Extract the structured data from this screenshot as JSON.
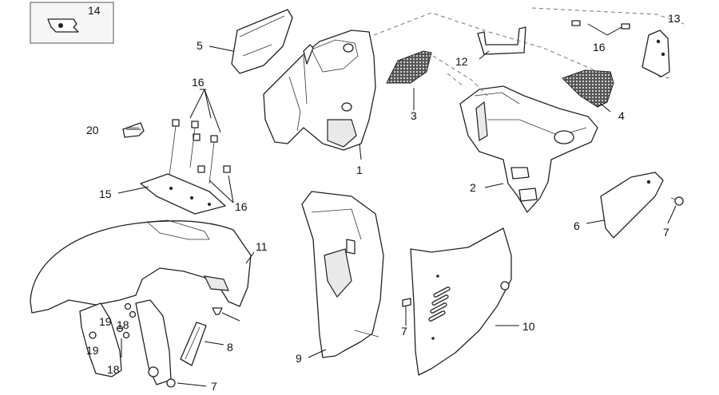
{
  "diagram": {
    "callouts": {
      "n1": "1",
      "n2": "2",
      "n3": "3",
      "n4": "4",
      "n5": "5",
      "n6": "6",
      "n7a": "7",
      "n7b": "7",
      "n7c": "7",
      "n8": "8",
      "n9": "9",
      "n10": "10",
      "n11": "11",
      "n12": "12",
      "n13": "13",
      "n14": "14",
      "n15": "15",
      "n16a": "16",
      "n16b": "16",
      "n16c": "16",
      "n18a": "18",
      "n18b": "18",
      "n19a": "19",
      "n19b": "19",
      "n20": "20"
    },
    "colors": {
      "line": "#222222",
      "mesh": "#333333",
      "background": "#ffffff"
    }
  }
}
